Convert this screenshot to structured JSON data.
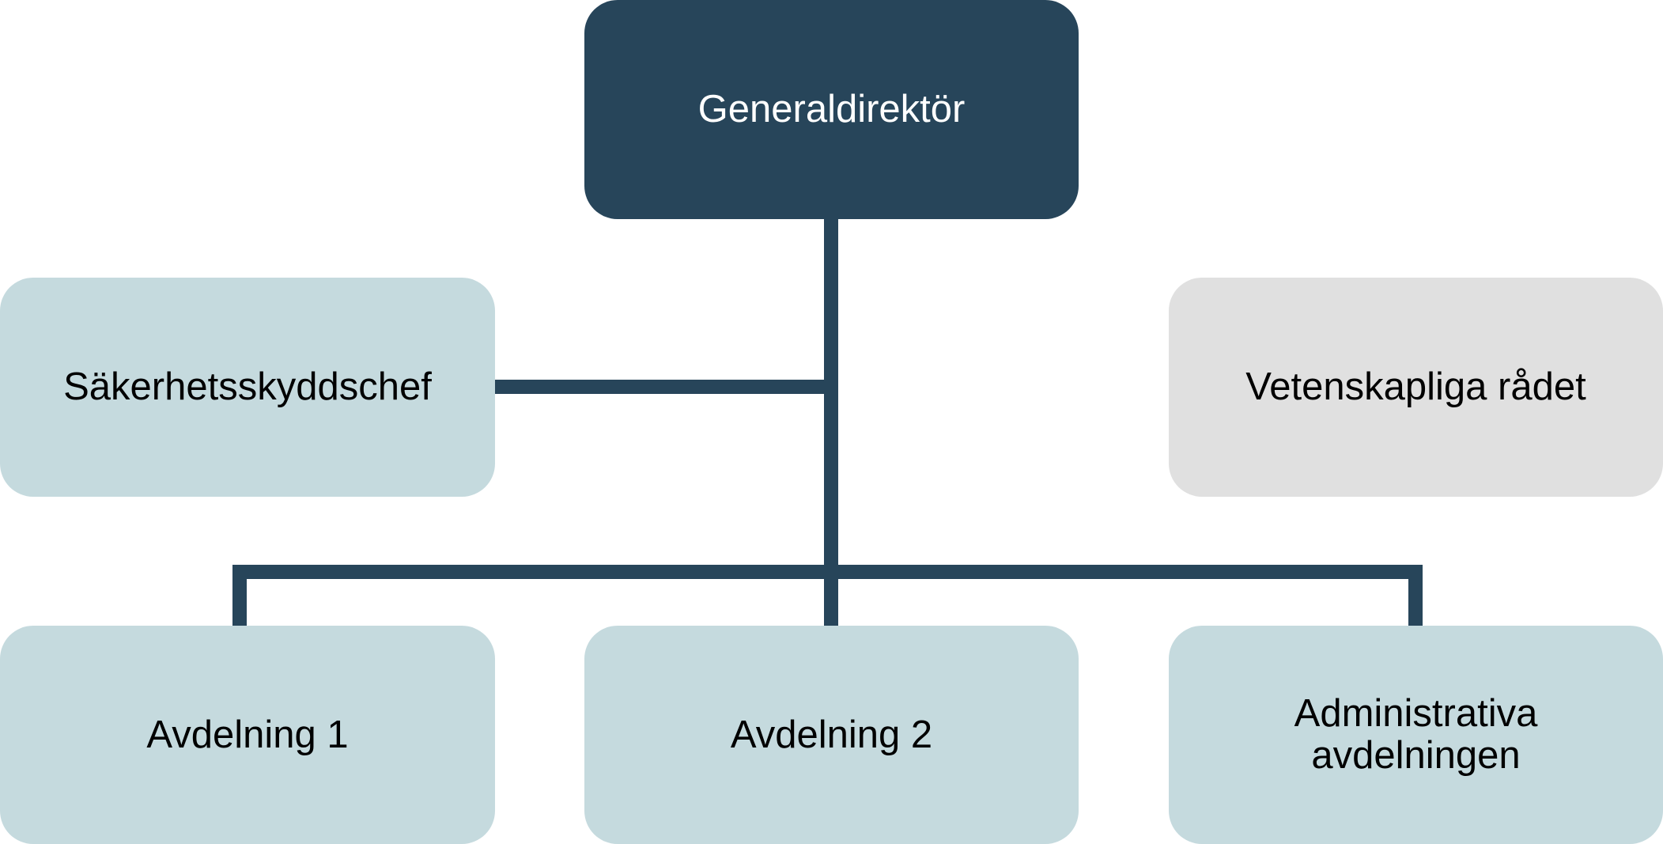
{
  "colors": {
    "top_fill": "#27455a",
    "unit_fill": "#c5dade",
    "advisory_fill": "#e0e0e0",
    "connector": "#27455a",
    "background": "#ffffff"
  },
  "nodes": {
    "director": {
      "label": "Generaldirektör"
    },
    "security": {
      "label": "Säkerhetsskyddschef"
    },
    "council": {
      "label": "Vetenskapliga rådet"
    },
    "dept1": {
      "label": "Avdelning 1"
    },
    "dept2": {
      "label": "Avdelning 2"
    },
    "admin": {
      "label": "Administrativa avdelningen"
    }
  }
}
